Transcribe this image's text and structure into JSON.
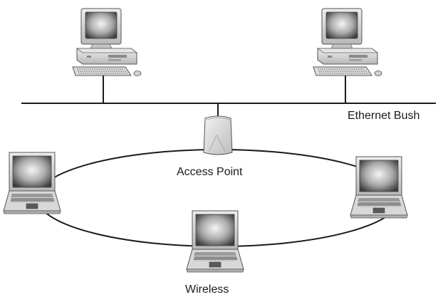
{
  "labels": {
    "bus": "Ethernet Bush",
    "access_point": "Access Point",
    "wireless": "Wireless"
  },
  "icons": {
    "desktop": "desktop-computer-icon",
    "laptop": "laptop-icon",
    "access_point": "access-point-icon"
  },
  "colors": {
    "line": "#1a1a1a",
    "screen_dark": "#3a3a3a",
    "screen_light": "#f0f0f0",
    "body_gray": "#cfcfcf",
    "outline": "#555555"
  }
}
